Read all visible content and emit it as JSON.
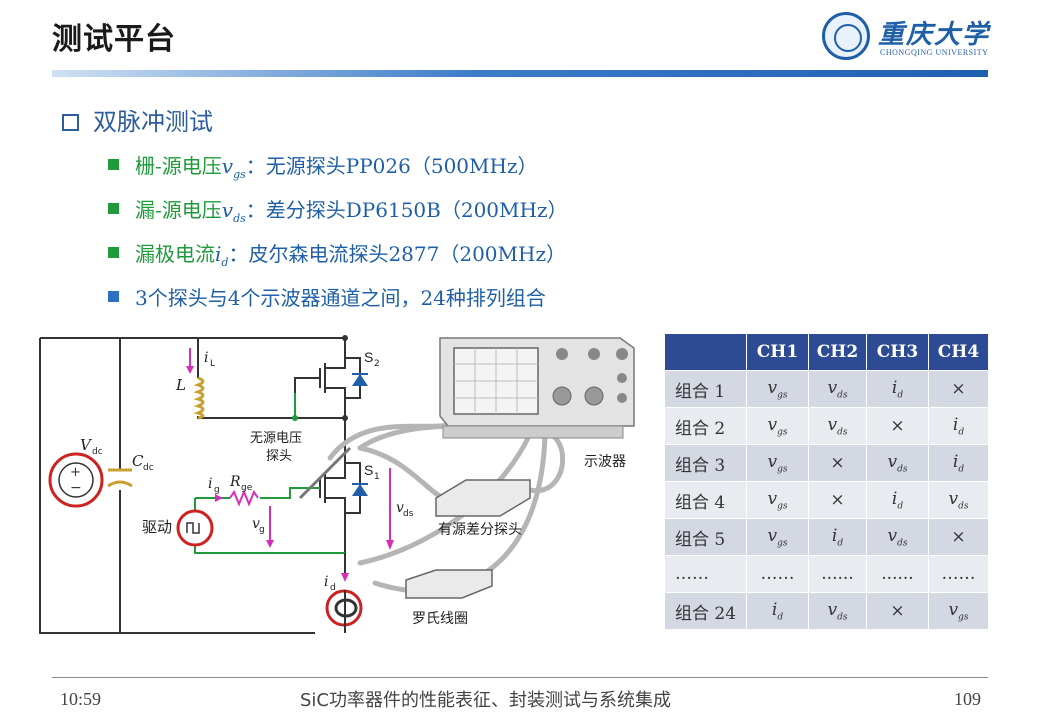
{
  "header": {
    "title": "测试平台",
    "logo": {
      "cn": "重庆大学",
      "en": "CHONGQING UNIVERSITY"
    }
  },
  "section": {
    "title": "双脉冲测试"
  },
  "bullets": [
    {
      "label": "栅-源电压",
      "symbol": "v",
      "sub": "gs",
      "text": "：无源探头PP026（500MHz）"
    },
    {
      "label": "漏-源电压",
      "symbol": "v",
      "sub": "ds",
      "text": "：差分探头DP6150B（200MHz）"
    },
    {
      "label": "漏极电流",
      "symbol": "i",
      "sub": "d",
      "text": "：皮尔森电流探头2877（200MHz）"
    },
    {
      "text": "3个探头与4个示波器通道之间，24种排列组合"
    }
  ],
  "circuit": {
    "vdc": "V",
    "vdc_sub": "dc",
    "cdc": "C",
    "cdc_sub": "dc",
    "il": "i",
    "il_sub": "L",
    "inductor": "L",
    "s2": "S",
    "s2_sub": "2",
    "s1": "S",
    "s1_sub": "1",
    "ig": "i",
    "ig_sub": "g",
    "rg": "R",
    "rg_sub": "ge",
    "vg": "v",
    "vg_sub": "g",
    "vds": "v",
    "vds_sub": "ds",
    "id": "i",
    "id_sub": "d",
    "driver": "驱动",
    "passive_probe": "无源电压",
    "passive_probe2": "探头",
    "oscilloscope": "示波器",
    "diff_probe": "有源差分探头",
    "rogowski": "罗氏线圈",
    "plus": "+",
    "minus": "−"
  },
  "table": {
    "headers": [
      "",
      "CH1",
      "CH2",
      "CH3",
      "CH4"
    ],
    "rows": [
      [
        "组合 1",
        "vgs",
        "vds",
        "id",
        "×"
      ],
      [
        "组合 2",
        "vgs",
        "vds",
        "×",
        "id"
      ],
      [
        "组合 3",
        "vgs",
        "×",
        "vds",
        "id"
      ],
      [
        "组合 4",
        "vgs",
        "×",
        "id",
        "vds"
      ],
      [
        "组合 5",
        "vgs",
        "id",
        "vds",
        "×"
      ],
      [
        "……",
        "……",
        "......",
        "......",
        "……"
      ],
      [
        "组合 24",
        "id",
        "vds",
        "×",
        "vgs"
      ]
    ]
  },
  "footer": {
    "time": "10:59",
    "course": "SiC功率器件的性能表征、封装测试与系统集成",
    "page": "109"
  },
  "colors": {
    "accent_blue": "#1f5fa8",
    "bullet_green": "#1f9b3c",
    "table_header": "#2c4b94",
    "wire_green": "#1f9b3c",
    "magenta": "#d42fb8",
    "red": "#cc2222"
  }
}
